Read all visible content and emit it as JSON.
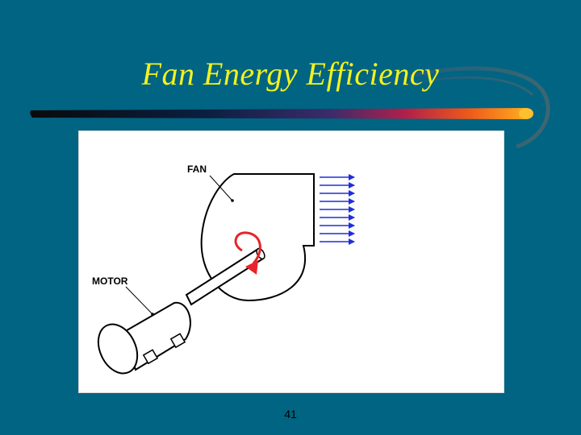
{
  "slide": {
    "title": "Fan Energy Efficiency",
    "page_number": "41"
  },
  "diagram": {
    "labels": {
      "fan": "FAN",
      "motor": "MOTOR"
    },
    "icons": {
      "rotation": "rotation-arrow-icon",
      "airflow": "airflow-arrows-icon"
    },
    "colors": {
      "background": "#006482",
      "title": "#f2f21e",
      "rotation_arrow": "#e8232a",
      "airflow_arrows": "#1f2fd8"
    }
  }
}
